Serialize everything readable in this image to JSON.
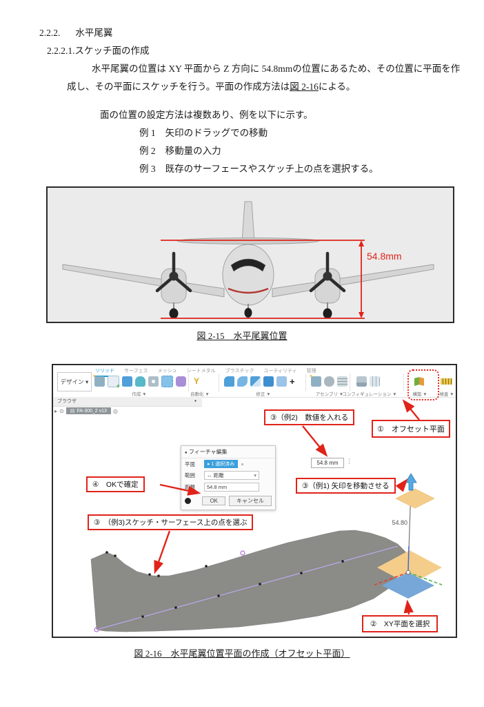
{
  "page": {
    "heading_number": "2.2.2.",
    "heading": "水平尾翼",
    "subheading": "2.2.2.1.スケッチ面の作成",
    "paragraph": {
      "line1": "水平尾翼の位置は XY 平面から Z 方向に 54.8mmの位置にあるため、その位置に平面を作",
      "line2_pre": "成し、その平面にスケッチを行う。平面の作成方法は",
      "line2_link": "図 2-16",
      "line2_post": "による。"
    },
    "list_intro": "面の位置の設定方法は複数あり、例を以下に示す。",
    "examples": [
      {
        "label": "例 1",
        "text": "矢印のドラッグでの移動"
      },
      {
        "label": "例 2",
        "text": "移動量の入力"
      },
      {
        "label": "例 3",
        "text": "既存のサーフェースやスケッチ上の点を選択する。"
      }
    ]
  },
  "figure1": {
    "dimension": "54.8mm",
    "caption": "図 2-15　水平尾翼位置"
  },
  "figure2": {
    "caption": "図 2-16　水平尾翼位置平面の作成（オフセット平面）",
    "cad": {
      "app_menu": "デザイン ▾",
      "tabs": [
        "ソリッド",
        "サーフェス",
        "メッシュ",
        "シートメタル",
        "プラスチック",
        "ユーティリティ",
        "管理"
      ],
      "group_labels": [
        "作成 ▼",
        "自動化 ▼",
        "修正 ▼",
        "アセンブリ ▼",
        "コンフィギュレーション ▼",
        "構築 ▼",
        "検査 ▼"
      ],
      "toolbar_icons": [
        "new-component",
        "create-sketch",
        "extrude",
        "revolve",
        "sweep",
        "loft",
        "primitive",
        "automate-script",
        "press-pull",
        "fillet",
        "shell",
        "combine",
        "offset-face",
        "move",
        "assemble-component",
        "joint",
        "component-tree",
        "insert-derive",
        "configuration-table",
        "construct-plane",
        "inspect-measure"
      ],
      "browser": {
        "title": "ブラウザ",
        "item": "FA-300_2 v13"
      },
      "dialog": {
        "title": "フィーチャ編集",
        "plane_label": "平面",
        "plane_value": "1 選択済み",
        "extent_label": "範囲",
        "extent_value": "距離",
        "distance_label": "距離",
        "distance_value": "54.8 mm",
        "ok": "OK",
        "cancel": "キャンセル"
      },
      "canvas": {
        "offset_input": "54.8 mm",
        "dimension": "54.80"
      },
      "callouts": {
        "offset_plane": "①　オフセット平面",
        "select_xy": "②　XY平面を選択",
        "ex1": "③（例1) 矢印を移動させる",
        "ex2": "③（例2)　数値を入れる",
        "ex3": "③　（例3)スケッチ・サーフェース上の点を選ぶ",
        "ok_confirm": "④　OKで確定"
      },
      "colors": {
        "accent_red": "#e02319",
        "tab_blue": "#1a9bd7",
        "selection_blue": "#3ba0dc",
        "plane_orange": "#f5cd8a",
        "plane_blue": "#76a7d8"
      }
    }
  }
}
